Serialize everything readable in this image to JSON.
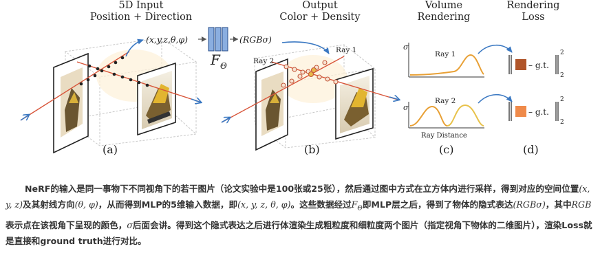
{
  "figure": {
    "panel_a": {
      "heading_line1": "5D Input",
      "heading_line2": "Position + Direction",
      "input_label": "(x,y,z,θ,φ)",
      "label": "(a)"
    },
    "network": {
      "symbol": "F",
      "subscript": "Θ"
    },
    "panel_b": {
      "heading_line1": "Output",
      "heading_line2": "Color + Density",
      "output_label": "(RGBσ)",
      "ray1": "Ray 1",
      "ray2": "Ray 2",
      "label": "(b)"
    },
    "panel_c": {
      "heading_line1": "Volume",
      "heading_line2": "Rendering",
      "sigma_top": "σ",
      "sigma_bottom": "σ",
      "ray1": "Ray 1",
      "ray2": "Ray 2",
      "xlabel": "Ray Distance",
      "label": "(c)"
    },
    "panel_d": {
      "heading_line1": "Rendering",
      "heading_line2": "Loss",
      "gt_top": "– g.t.",
      "gt_bottom": "– g.t.",
      "exp_top": "2",
      "sub_top": "2",
      "exp_bottom": "2",
      "sub_bottom": "2",
      "label": "(d)"
    },
    "colors": {
      "ray_red": "#d8553a",
      "arrow_blue": "#3a78c2",
      "network_blue": "#8aaee0",
      "curve_orange": "#e8a035",
      "curve_yellow": "#e8c24a",
      "swatch_top": "#b0552a",
      "swatch_bottom": "#ef8a4a"
    }
  },
  "caption": {
    "s1": "NeRF的输入是同一事物下不同视角下的若干图片（论文实验中是100张或25张），然后通过图中方式在立方体内进行采样，得到对应的空间位置",
    "m1": "(x, y, z)",
    "s2": "及其射线方向",
    "m2": "(θ, φ)",
    "s3": "，从而得到MLP的5维输入数据，即",
    "m3": "(x, y, z, θ, φ)",
    "s4": "。这些数据经过",
    "m4": "F",
    "m4sub": "Θ",
    "s5": "即MLP层之后，得到了物体的隐式表达",
    "m5": "(RGBσ)",
    "s6": "，其中",
    "m6": "RGB",
    "s7": "表示点在该视角下呈现的颜色，",
    "m7": "σ",
    "s8": "后面会讲。得到这个隐式表达之后进行体渲染生成粗粒度和细粒度两个图片（指定视角下物体的二维图片），渲染Loss就是直接和ground truth进行对比。"
  }
}
